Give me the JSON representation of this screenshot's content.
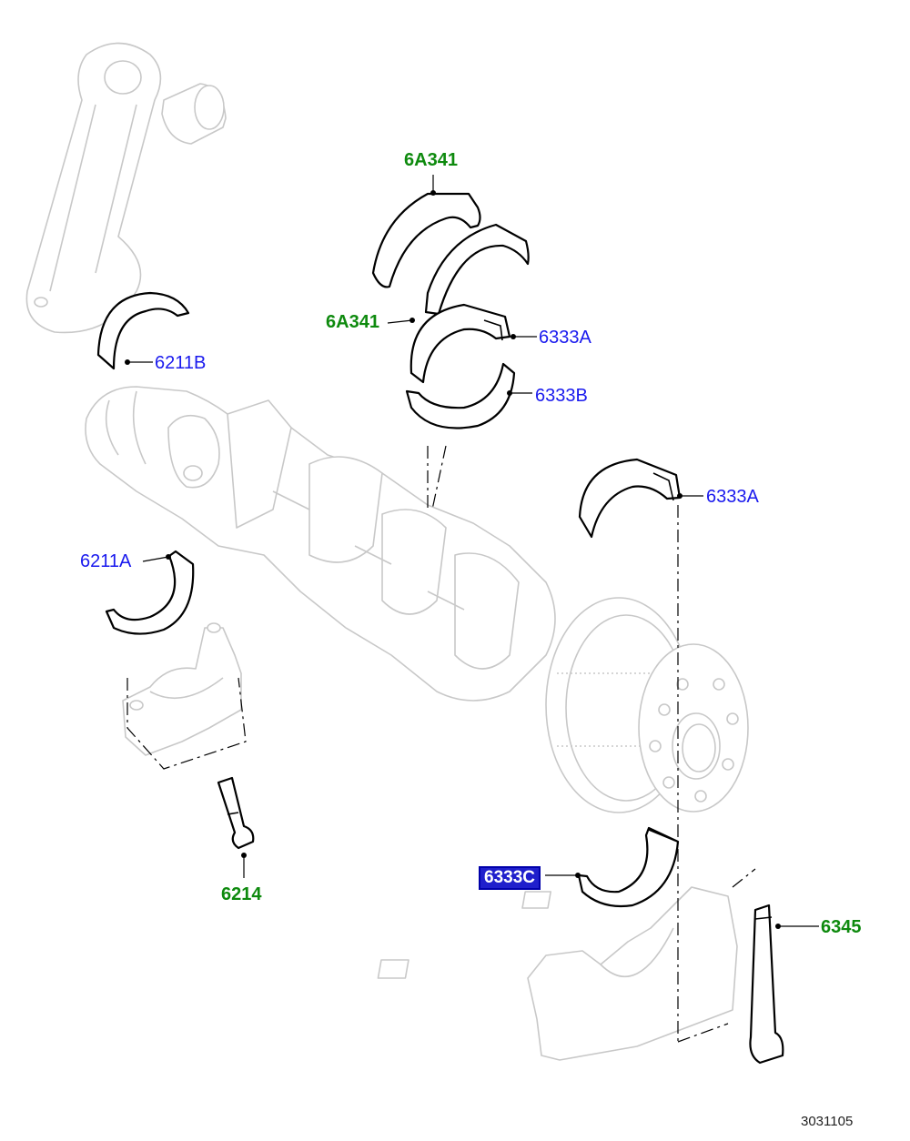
{
  "colors": {
    "background": "#ffffff",
    "ghost_outline": "#c8c8c8",
    "part_outline": "#000000",
    "catalog_link_blue": "#1a1aee",
    "catalog_link_green": "#0e8a0e",
    "selected_bg": "#1f1fcc"
  },
  "callouts": [
    {
      "id": "6A341-top",
      "text": "6A341",
      "color": "#0e8a0e",
      "bold": true
    },
    {
      "id": "6A341-mid",
      "text": "6A341",
      "color": "#0e8a0e",
      "bold": true
    },
    {
      "id": "6211B",
      "text": "6211B",
      "color": "#1a1aee",
      "bold": false
    },
    {
      "id": "6333A-upper",
      "text": "6333A",
      "color": "#1a1aee",
      "bold": false
    },
    {
      "id": "6333B",
      "text": "6333B",
      "color": "#1a1aee",
      "bold": false
    },
    {
      "id": "6333A-lower",
      "text": "6333A",
      "color": "#1a1aee",
      "bold": false
    },
    {
      "id": "6211A",
      "text": "6211A",
      "color": "#1a1aee",
      "bold": false
    },
    {
      "id": "6214",
      "text": "6214",
      "color": "#0e8a0e",
      "bold": true
    },
    {
      "id": "6345",
      "text": "6345",
      "color": "#0e8a0e",
      "bold": true
    }
  ],
  "selected_callout": {
    "text": "6333C"
  },
  "drawing_number": "3031105",
  "icons": [
    "connecting-rod",
    "piston-pin-bushing",
    "crankshaft",
    "flywheel-gear",
    "main-bearing-cap",
    "bolt"
  ]
}
